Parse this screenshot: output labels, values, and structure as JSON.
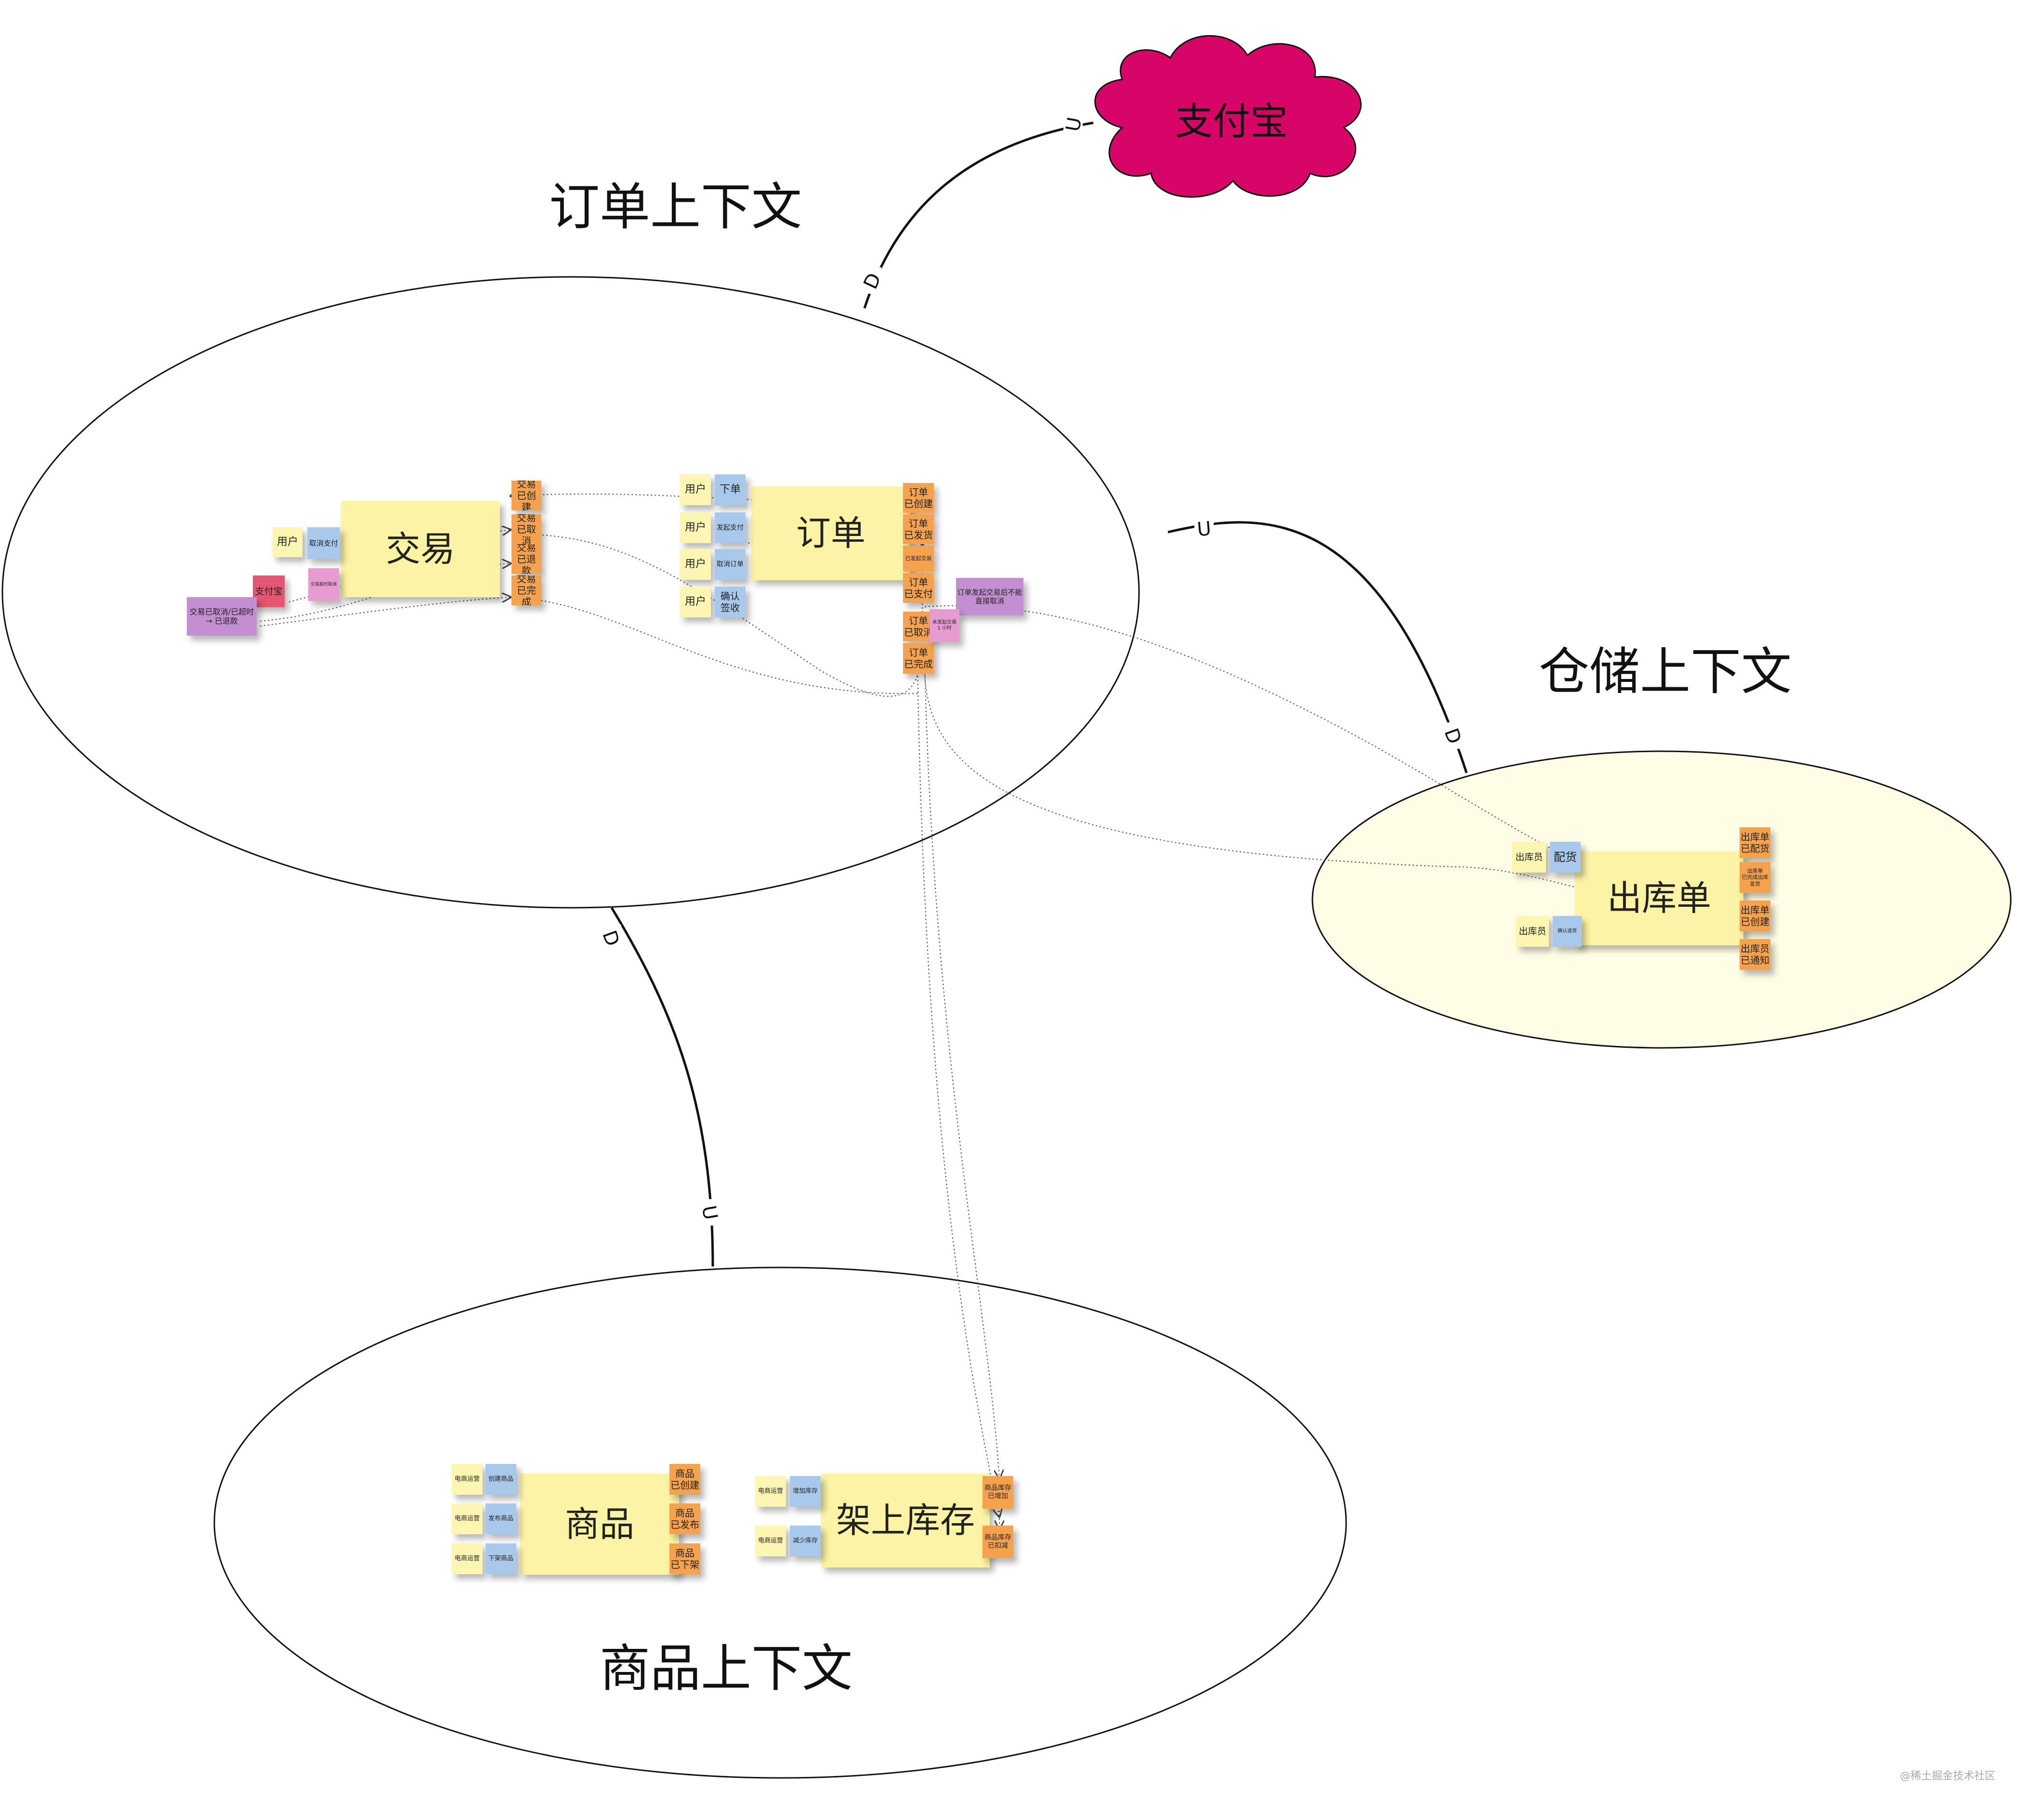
{
  "contexts": {
    "order": {
      "title": "订单上下文"
    },
    "warehouse": {
      "title": "仓储上下文"
    },
    "product": {
      "title": "商品上下文"
    },
    "alipay": {
      "title": "支付宝"
    }
  },
  "connections": {
    "alipay_up": "U",
    "alipay_down": "D",
    "warehouse_up": "U",
    "warehouse_down": "D",
    "product_up": "U",
    "product_down": "D"
  },
  "trade": {
    "aggregate": "交易",
    "actor": "用户",
    "command": "取消支付",
    "pink_policy": "交易超时取消",
    "ext_system": "支付宝",
    "policy": "交易已取消/已超时 → 已退款",
    "events": [
      "交易\n已创建",
      "交易\n已取消",
      "交易\n已退款",
      "交易\n已完成"
    ]
  },
  "order": {
    "aggregate": "订单",
    "rows": [
      {
        "actor": "用户",
        "command": "下单"
      },
      {
        "actor": "用户",
        "command": "发起支付"
      },
      {
        "actor": "用户",
        "command": "取消订单"
      },
      {
        "actor": "用户",
        "command": "确认\n签收"
      }
    ],
    "events": [
      "订单\n已创建",
      "订单\n已发货",
      "已发起交易",
      "订单\n已支付",
      "订单\n已取消",
      "订单\n已完成"
    ],
    "policy": "订单发起交易后不能直接取消",
    "pink_policy": "未发起交易\n1 小时"
  },
  "outbound": {
    "aggregate": "出库单",
    "rows": [
      {
        "actor": "出库员",
        "command": "配货"
      },
      {
        "actor": "出库员",
        "command": "确认送货"
      }
    ],
    "events": [
      "出库单\n已配货",
      "出库单\n已完成出库发货",
      "出库单\n已创建",
      "出库员\n已通知"
    ]
  },
  "product": {
    "aggregate": "商品",
    "rows": [
      {
        "actor": "电商运营",
        "command": "创建商品"
      },
      {
        "actor": "电商运营",
        "command": "发布商品"
      },
      {
        "actor": "电商运营",
        "command": "下架商品"
      }
    ],
    "events": [
      "商品\n已创建",
      "商品\n已发布",
      "商品\n已下架"
    ]
  },
  "stock": {
    "aggregate": "架上库存",
    "rows": [
      {
        "actor": "电商运营",
        "command": "增加库存"
      },
      {
        "actor": "电商运营",
        "command": "减少库存"
      }
    ],
    "events": [
      "商品库存\n已增加",
      "商品库存\n已扣减"
    ]
  },
  "colors": {
    "aggregate": "#fcf3a4",
    "actor": "#fdf6b2",
    "command": "#a9c9ec",
    "event": "#f4a24e",
    "policy": "#c48fd0",
    "alipay_cloud": "#d70566",
    "context_fill": "#fffde6"
  },
  "watermark": "@稀土掘金技术社区"
}
